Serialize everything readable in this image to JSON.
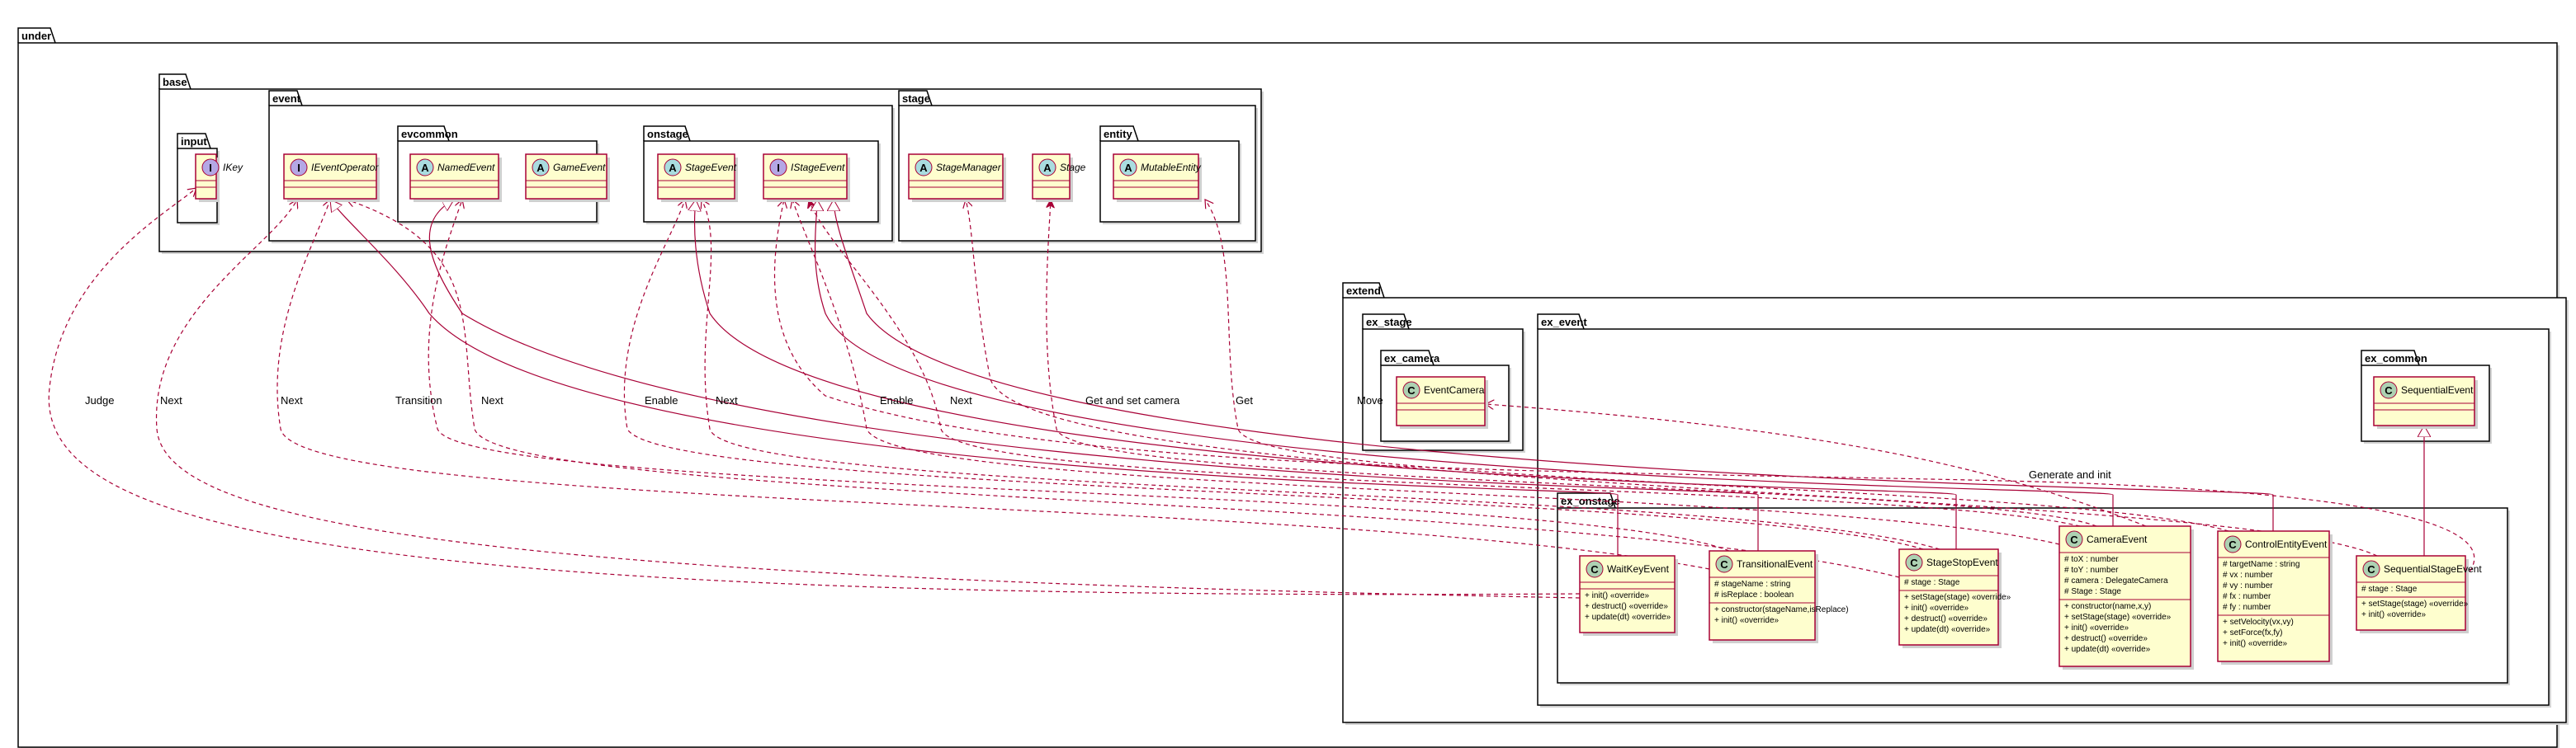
{
  "colors": {
    "class_fill": "#FEFECE",
    "class_stroke": "#A80036",
    "edge": "#A80036",
    "circle_class": "#ADD1B2",
    "circle_abstract": "#A9DCDF",
    "circle_interface": "#B4A7E5",
    "package_stroke": "#000000"
  },
  "packages": {
    "under": "under",
    "base": "base",
    "input": "input",
    "event": "event",
    "evcommon": "evcommon",
    "onstage": "onstage",
    "stage": "stage",
    "entity": "entity",
    "extend": "extend",
    "ex_stage": "ex_stage",
    "ex_camera": "ex_camera",
    "ex_event": "ex_event",
    "ex_common": "ex_common",
    "ex_onstage": "ex_onstage"
  },
  "classes": {
    "IKey": {
      "name": "IKey",
      "kind": "I",
      "members": []
    },
    "IEventOperator": {
      "name": "IEventOperator",
      "kind": "I",
      "members": []
    },
    "NamedEvent": {
      "name": "NamedEvent",
      "kind": "A",
      "members": []
    },
    "GameEvent": {
      "name": "GameEvent",
      "kind": "A",
      "members": []
    },
    "StageEvent": {
      "name": "StageEvent",
      "kind": "A",
      "members": []
    },
    "IStageEvent": {
      "name": "IStageEvent",
      "kind": "I",
      "members": []
    },
    "StageManager": {
      "name": "StageManager",
      "kind": "A",
      "members": []
    },
    "Stage": {
      "name": "Stage",
      "kind": "A",
      "members": []
    },
    "MutableEntity": {
      "name": "MutableEntity",
      "kind": "A",
      "members": []
    },
    "EventCamera": {
      "name": "EventCamera",
      "kind": "C",
      "members": []
    },
    "SequentialEvent": {
      "name": "SequentialEvent",
      "kind": "C",
      "members": []
    },
    "WaitKeyEvent": {
      "name": "WaitKeyEvent",
      "kind": "C",
      "fields": [],
      "methods": [
        "+ init() «override»",
        "+ destruct() «override»",
        "+ update(dt) «override»"
      ]
    },
    "TransitionalEvent": {
      "name": "TransitionalEvent",
      "kind": "C",
      "fields": [
        "# stageName : string",
        "# isReplace : boolean"
      ],
      "methods": [
        "+ constructor(stageName,isReplace)",
        "+ init() «override»"
      ]
    },
    "StageStopEvent": {
      "name": "StageStopEvent",
      "kind": "C",
      "fields": [
        "# stage : Stage"
      ],
      "methods": [
        "+ setStage(stage) «override»",
        "+ init() «override»",
        "+ destruct() «override»",
        "+ update(dt) «override»"
      ]
    },
    "CameraEvent": {
      "name": "CameraEvent",
      "kind": "C",
      "fields": [
        "# toX : number",
        "# toY : number",
        "# camera : DelegateCamera",
        "# Stage : Stage"
      ],
      "methods": [
        "+ constructor(name,x,y)",
        "+ setStage(stage) «override»",
        "+ init() «override»",
        "+ destruct() «override»",
        "+ update(dt) «override»"
      ]
    },
    "ControlEntityEvent": {
      "name": "ControlEntityEvent",
      "kind": "C",
      "fields": [
        "# targetName : string",
        "# vx : number",
        "# vy : number",
        "# fx : number",
        "# fy : number"
      ],
      "methods": [
        "+ setVelocity(vx,vy)",
        "+ setForce(fx,fy)",
        "+ init() «override»"
      ]
    },
    "SequentialStageEvent": {
      "name": "SequentialStageEvent",
      "kind": "C",
      "fields": [
        "# stage : Stage"
      ],
      "methods": [
        "+ setStage(stage) «override»",
        "+ init() «override»"
      ]
    }
  },
  "edge_labels": {
    "judge": "Judge",
    "next1": "Next",
    "next2": "Next",
    "transition": "Transition",
    "next3": "Next",
    "enable1": "Enable",
    "next4": "Next",
    "enable2": "Enable",
    "next5": "Next",
    "get_set_camera": "Get and set camera",
    "get": "Get",
    "move": "Move",
    "generate_init": "Generate and init"
  }
}
